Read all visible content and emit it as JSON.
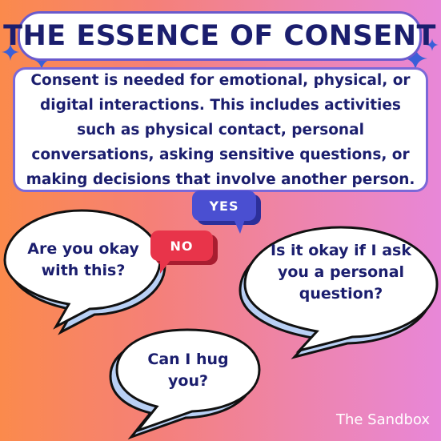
{
  "title": "THE ESSENCE OF CONSENT",
  "description": "Consent is needed for emotional, physical, or digital interactions. This includes activities such as physical contact, personal conversations, asking sensitive questions, or making decisions that involve another person.",
  "tags": {
    "yes": "YES",
    "no": "NO"
  },
  "bubbles": [
    {
      "text": "Are you okay with this?"
    },
    {
      "text": "Is it okay if I ask you a personal question?"
    },
    {
      "text": "Can I hug you?"
    }
  ],
  "brand": "The Sandbox",
  "colors": {
    "text": "#1b1e6e",
    "border": "#6a5acd",
    "yes_tag": "#4a4fd1",
    "no_tag": "#e8344a",
    "bubble_shadow": "#b9d0f5"
  }
}
